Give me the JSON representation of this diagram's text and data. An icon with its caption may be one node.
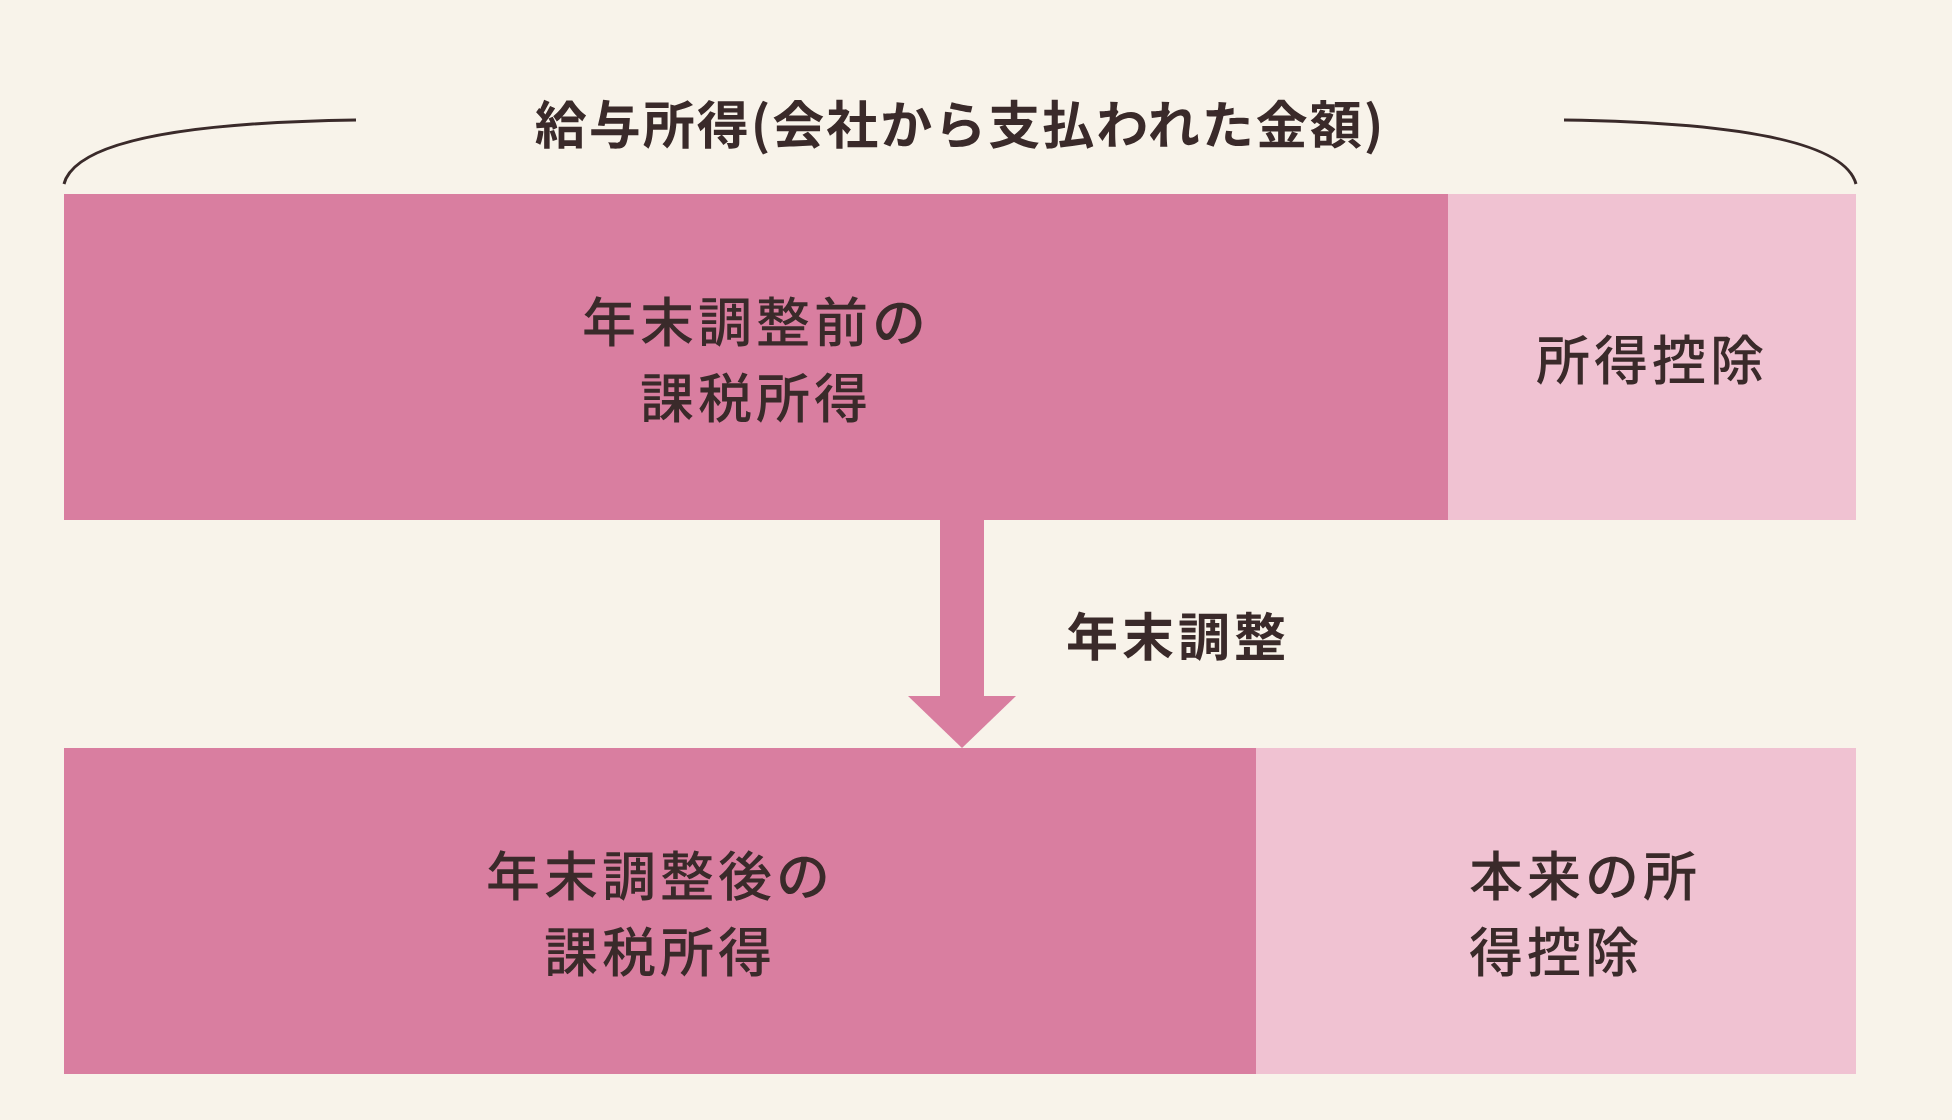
{
  "diagram": {
    "title": "給与所得(会社から支払われた金額)",
    "nodes": [
      {
        "text": [
          "年末調整前の課税所得"
        ]
      },
      {
        "text": [
          "所得控除"
        ]
      },
      {
        "text": [
          "年末調整後の課税所得"
        ]
      },
      {
        "text": [
          "本来の所得控除"
        ]
      }
    ],
    "edges": [
      {
        "from": 0,
        "to": 2,
        "arrow": "to",
        "label": "年末調整"
      }
    ]
  }
}
